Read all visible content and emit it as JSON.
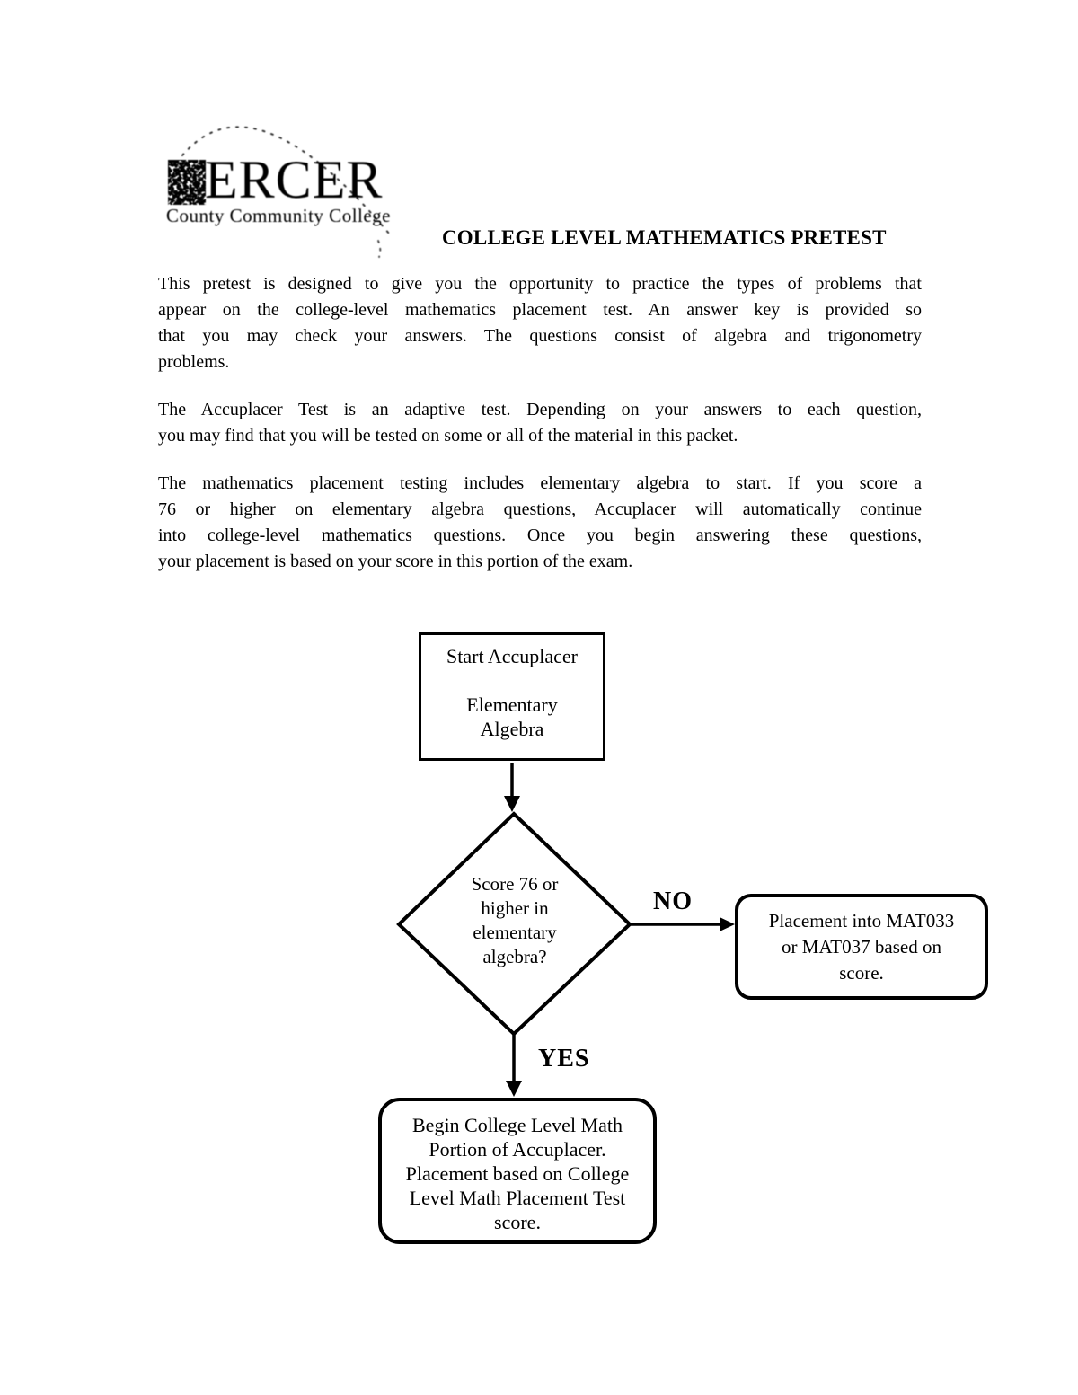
{
  "colors": {
    "ink": "#000000",
    "paper": "#ffffff"
  },
  "document": {
    "logo": {
      "mark_icon": "textured-m-block-icon",
      "arc_icon": "dotted-arc-icon",
      "wordmark": "ERCER",
      "institution": "County Community College"
    },
    "title": "COLLEGE LEVEL MATHEMATICS PRETEST",
    "paragraphs": [
      {
        "lines": [
          "This pretest is designed to give you the opportunity to practice the types of problems that",
          "appear on the college-level mathematics placement test.  An answer key is provided so",
          "that you may check your answers.  The questions consist of algebra and trigonometry",
          "problems."
        ]
      },
      {
        "lines": [
          "The Accuplacer Test is an adaptive test.  Depending on your answers to each question,",
          "you may find that you will be tested on some or all of the material in this packet."
        ]
      },
      {
        "lines": [
          "The mathematics placement testing includes elementary algebra to start.  If you score a",
          "76 or higher on elementary algebra questions, Accuplacer will automatically continue",
          "into college-level mathematics questions.  Once you begin answering these questions,",
          "your placement is based on your score in this portion of the exam."
        ]
      }
    ]
  },
  "flowchart": {
    "start": {
      "lines": [
        "Start Accuplacer",
        "",
        "Elementary",
        "Algebra"
      ]
    },
    "decision": {
      "lines": [
        "Score 76 or",
        "higher in",
        "elementary",
        "algebra?"
      ]
    },
    "branch_no": {
      "label": "NO",
      "box_lines": [
        "Placement into MAT033",
        "or MAT037 based on",
        "score."
      ]
    },
    "branch_yes": {
      "label": "YES",
      "box_lines": [
        "Begin College Level Math",
        "Portion of Accuplacer.",
        "Placement based on College",
        "Level Math Placement Test",
        "score."
      ]
    }
  }
}
